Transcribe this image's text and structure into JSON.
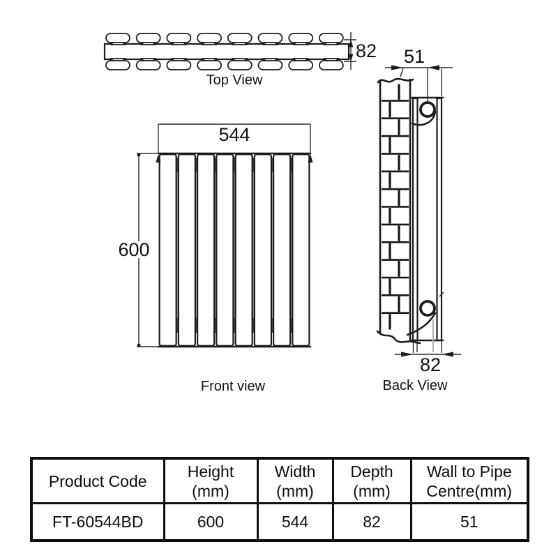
{
  "drawing": {
    "top_view": {
      "label": "Top View",
      "depth_dim": "82"
    },
    "front_view": {
      "label": "Front view",
      "width_dim": "544",
      "height_dim": "600"
    },
    "back_view": {
      "label": "Back View",
      "wall_to_pipe_dim": "51",
      "depth_dim": "82"
    }
  },
  "table": {
    "headers": [
      {
        "line1": "Product Code",
        "line2": ""
      },
      {
        "line1": "Height",
        "line2": "(mm)"
      },
      {
        "line1": "Width",
        "line2": "(mm)"
      },
      {
        "line1": "Depth",
        "line2": "(mm)"
      },
      {
        "line1": "Wall to Pipe",
        "line2": "Centre(mm)"
      }
    ],
    "rows": [
      [
        "FT-60544BD",
        "600",
        "544",
        "82",
        "51"
      ]
    ]
  },
  "colors": {
    "line": "#1c1c1c",
    "gray_line": "#a6a6a6",
    "background": "#ffffff"
  }
}
